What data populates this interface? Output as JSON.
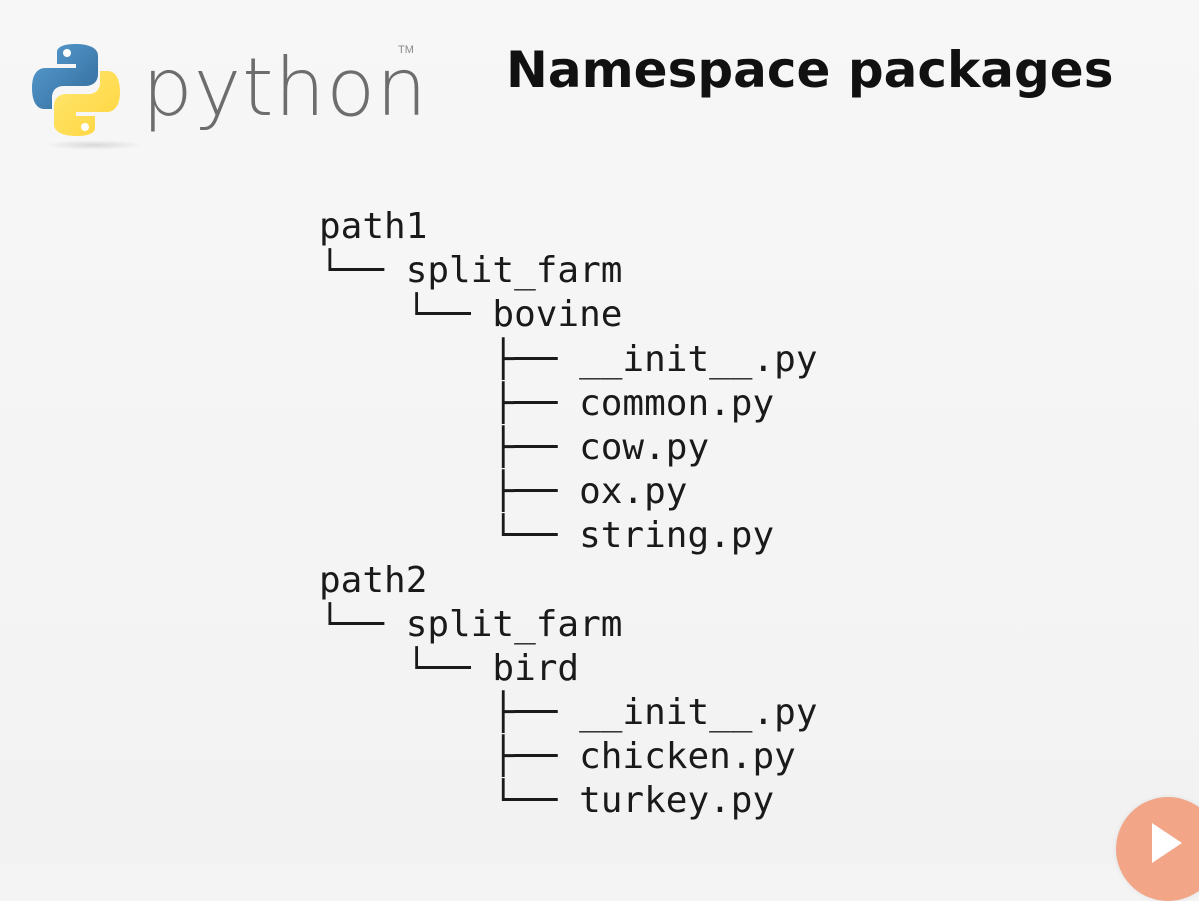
{
  "slide": {
    "logo": {
      "wordmark": "python",
      "trademark": "TM",
      "icon": "python-logo-icon"
    },
    "title": "Namespace packages",
    "tree": [
      "path1",
      "└── split_farm",
      "    └── bovine",
      "        ├── __init__.py",
      "        ├── common.py",
      "        ├── cow.py",
      "        ├── ox.py",
      "        └── string.py",
      "path2",
      "└── split_farm",
      "    └── bird",
      "        ├── __init__.py",
      "        ├── chicken.py",
      "        └── turkey.py"
    ]
  },
  "player": {
    "play_icon": "play-icon"
  },
  "colors": {
    "python_blue": "#3a73a8",
    "python_yellow": "#f6d44a",
    "play_orange": "#f2a587",
    "background": "#f4f4f4"
  }
}
